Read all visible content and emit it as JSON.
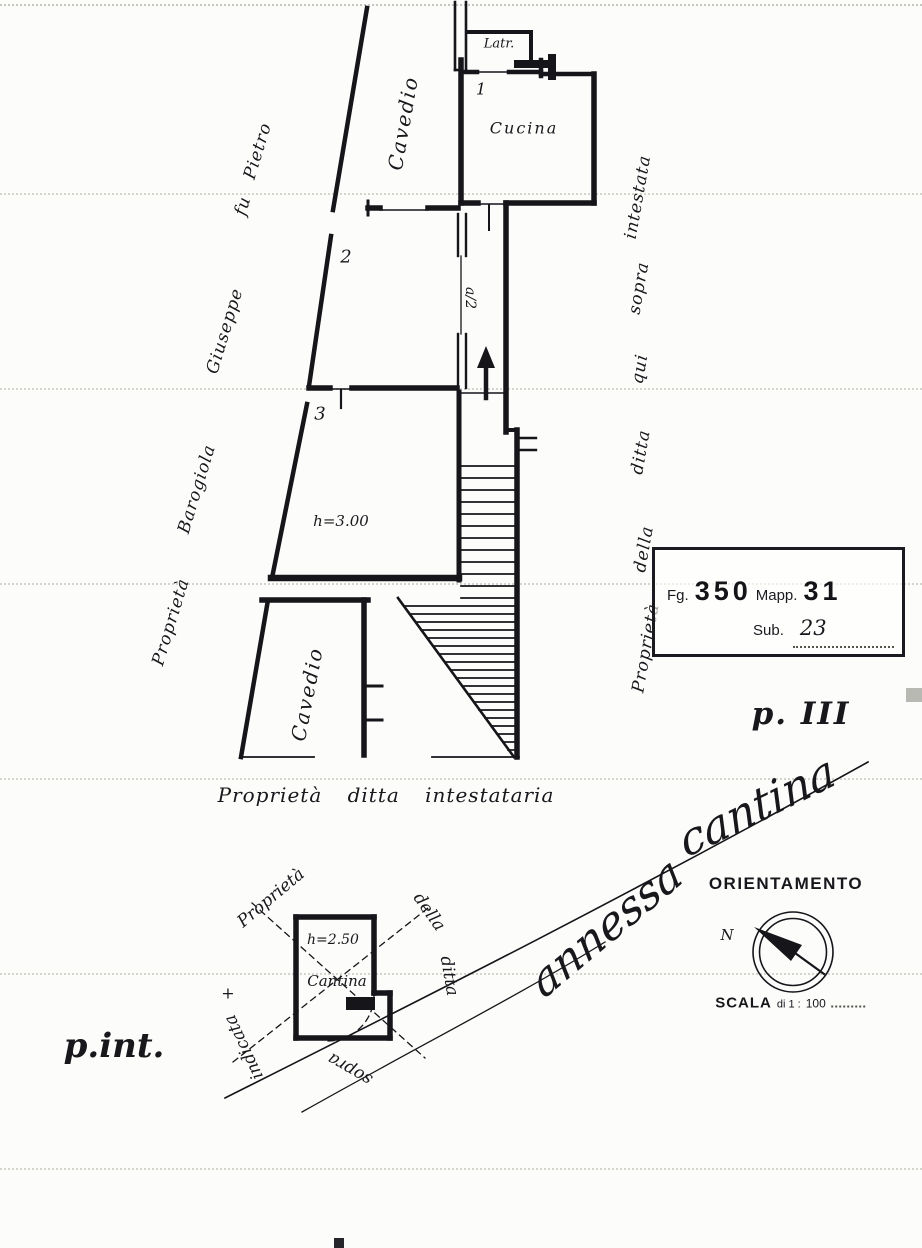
{
  "plan_upper": {
    "cavedio_top": "Cavedio",
    "cavedio_bottom": "Cavedio",
    "latrina": "Latr.",
    "cucina": "Cucina",
    "room_1": "1",
    "room_2": "2",
    "room_3": "3",
    "room_a2": "a/2",
    "height_note": "h=3.00",
    "neighbor_left": [
      "Proprietà",
      "Barogiola",
      "Giuseppe",
      "fu",
      "Pietro"
    ],
    "neighbor_right": [
      "Proprietà",
      "della",
      "ditta",
      "qui",
      "sopra",
      "intestata"
    ],
    "owner_caption": "Proprietà ditta intestataria"
  },
  "stamp": {
    "fg_label": "Fg.",
    "fg_value": "350",
    "mapp_label": "Mapp.",
    "mapp_value": "31",
    "sub_label": "Sub.",
    "sub_value": "23"
  },
  "floor_label": "p. III",
  "note_words": [
    "annessa",
    "cantina"
  ],
  "plan_cellar": {
    "floor_label": "p.int.",
    "height_note": "h=2.50",
    "room_name": "Cantina",
    "arc_words": [
      "Proprietà",
      "della",
      "ditta",
      "sopra",
      "indicata"
    ],
    "survey_mark": "+"
  },
  "orientation": {
    "title": "ORIENTAMENTO",
    "north": "N",
    "scale_word": "SCALA",
    "scale_prefix": "di 1 :",
    "scale_value": "100"
  }
}
